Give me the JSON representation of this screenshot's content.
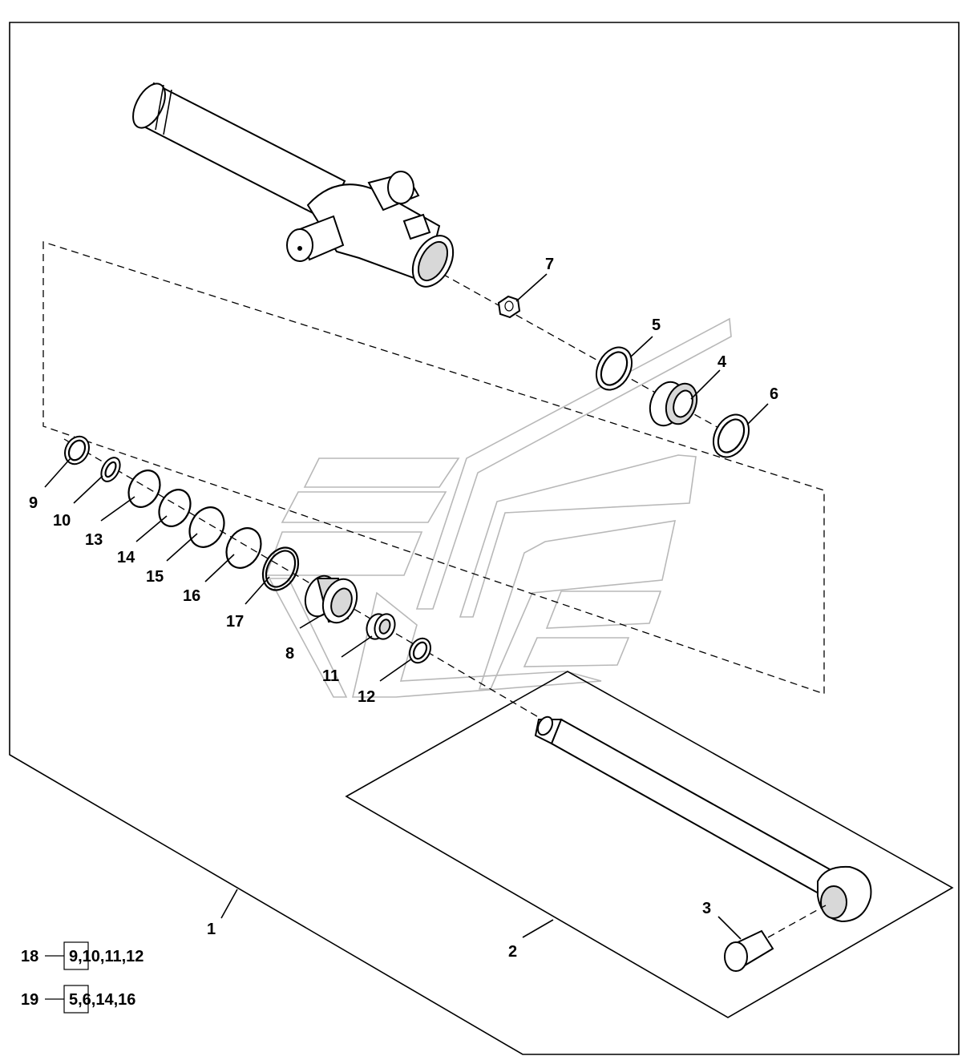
{
  "labels": {
    "p1": "1",
    "p2": "2",
    "p3": "3",
    "p4": "4",
    "p5": "5",
    "p6": "6",
    "p7": "7",
    "p8": "8",
    "p9": "9",
    "p10": "10",
    "p11": "11",
    "p12": "12",
    "p13": "13",
    "p14": "14",
    "p15": "15",
    "p16": "16",
    "p17": "17"
  },
  "kits": [
    {
      "number": "18",
      "parts": "9,10,11,12"
    },
    {
      "number": "19",
      "parts": "5,6,14,16"
    }
  ]
}
